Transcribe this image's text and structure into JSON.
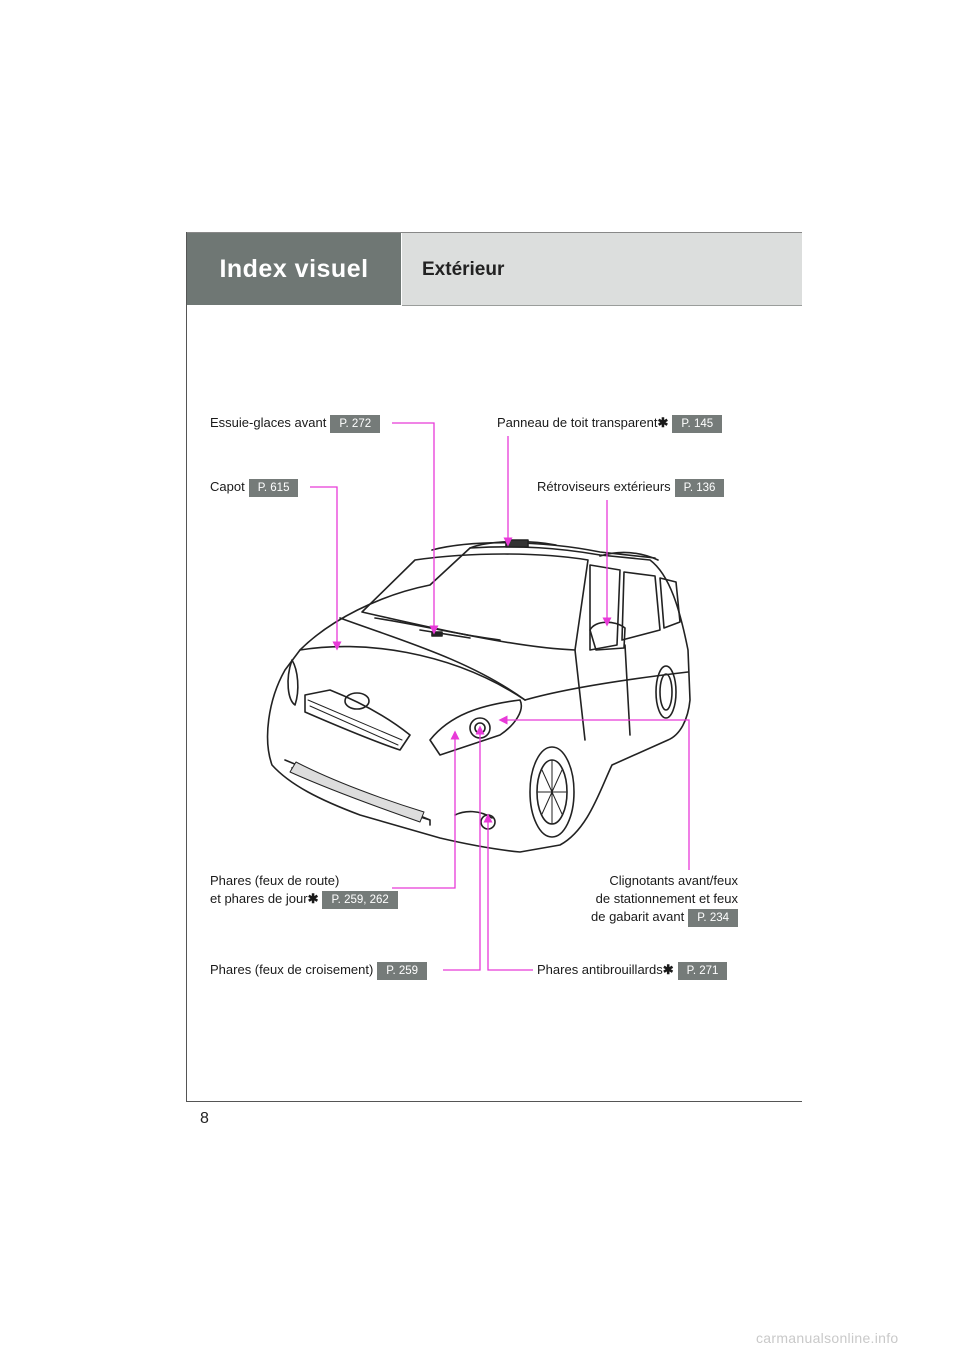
{
  "header": {
    "section": "Index visuel",
    "title": "Extérieur"
  },
  "page_number": "8",
  "watermark": "carmanualsonline.info",
  "colors": {
    "leader": "#e83ad8",
    "header_dark": "#6f7774",
    "header_light": "#dcdedd",
    "badge": "#757b79"
  },
  "callouts": {
    "wipers": {
      "label": "Essuie-glaces avant",
      "page": "P. 272"
    },
    "hood": {
      "label": "Capot",
      "page": "P. 615"
    },
    "moonroof": {
      "label": "Panneau de toit transparent",
      "mark": "✱",
      "page": "P. 145"
    },
    "mirrors": {
      "label": "Rétroviseurs extérieurs",
      "page": "P. 136"
    },
    "headlights_high": {
      "line1": "Phares (feux de route)",
      "line2": "et phares de jour",
      "mark": "✱",
      "page": "P. 259, 262"
    },
    "turn_signals": {
      "line1": "Clignotants avant/feux",
      "line2": "de stationnement et feux",
      "line3": "de gabarit avant",
      "page": "P. 234"
    },
    "headlights_low": {
      "label": "Phares (feux de croisement)",
      "page": "P. 259"
    },
    "fog": {
      "label": "Phares antibrouillards",
      "mark": "✱",
      "page": "P. 271"
    }
  }
}
